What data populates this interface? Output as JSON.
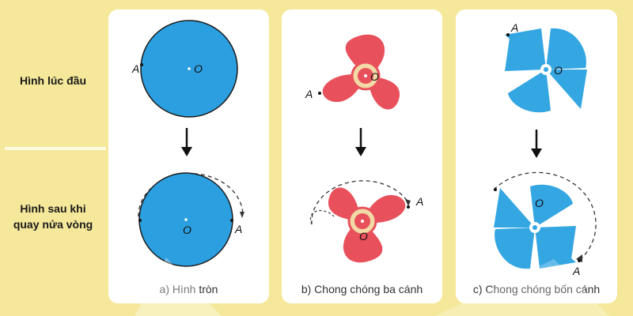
{
  "rows": {
    "initial_label": "Hình lúc đầu",
    "after_label_line1": "Hình sau khi",
    "after_label_line2": "quay nửa vòng"
  },
  "points": {
    "a": "A",
    "o": "O"
  },
  "captions": {
    "circle": "a) Hình tròn",
    "three_blade": "b) Chong chóng ba cánh",
    "four_blade": "c) Chong chóng bốn cánh"
  },
  "colors": {
    "circle_fill": "#2b9fe0",
    "three_blade_fill": "#e8505b",
    "four_blade_fill": "#34a6e2",
    "frame": "#f5e89a"
  }
}
